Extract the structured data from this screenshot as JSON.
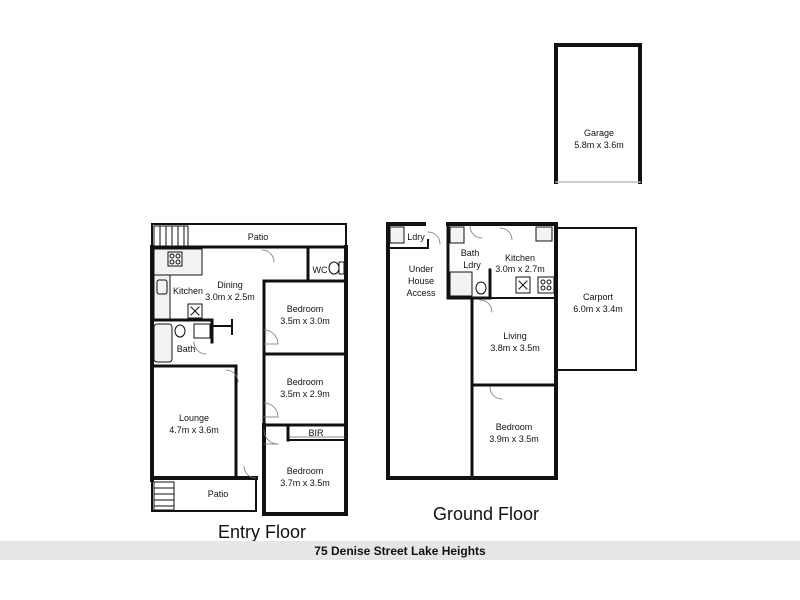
{
  "floors": {
    "entry": "Entry Floor",
    "ground": "Ground Floor"
  },
  "rooms": {
    "garage": {
      "name": "Garage",
      "size": "5.8m x 3.6m"
    },
    "patio_top": {
      "name": "Patio"
    },
    "wc": {
      "name": "WC"
    },
    "kitchen_entry": {
      "name": "Kitchen"
    },
    "dining": {
      "name": "Dining",
      "size": "3.0m x 2.5m"
    },
    "bedroom1": {
      "name": "Bedroom",
      "size": "3.5m x 3.0m"
    },
    "bath_entry": {
      "name": "Bath"
    },
    "bedroom2": {
      "name": "Bedroom",
      "size": "3.5m x 2.9m"
    },
    "lounge": {
      "name": "Lounge",
      "size": "4.7m x 3.6m"
    },
    "bir": {
      "name": "BIR"
    },
    "bedroom3": {
      "name": "Bedroom",
      "size": "3.7m x 3.5m"
    },
    "patio_bottom": {
      "name": "Patio"
    },
    "ldry": {
      "name": "Ldry"
    },
    "under_house": {
      "line1": "Under",
      "line2": "House",
      "line3": "Access"
    },
    "bath_ldry": {
      "line1": "Bath",
      "line2": "Ldry"
    },
    "kitchen_ground": {
      "name": "Kitchen",
      "size": "3.0m x 2.7m"
    },
    "carport": {
      "name": "Carport",
      "size": "6.0m x 3.4m"
    },
    "living": {
      "name": "Living",
      "size": "3.8m x 3.5m"
    },
    "bedroom4": {
      "name": "Bedroom",
      "size": "3.9m x 3.5m"
    }
  },
  "footer": {
    "address": "75 Denise Street Lake Heights"
  }
}
